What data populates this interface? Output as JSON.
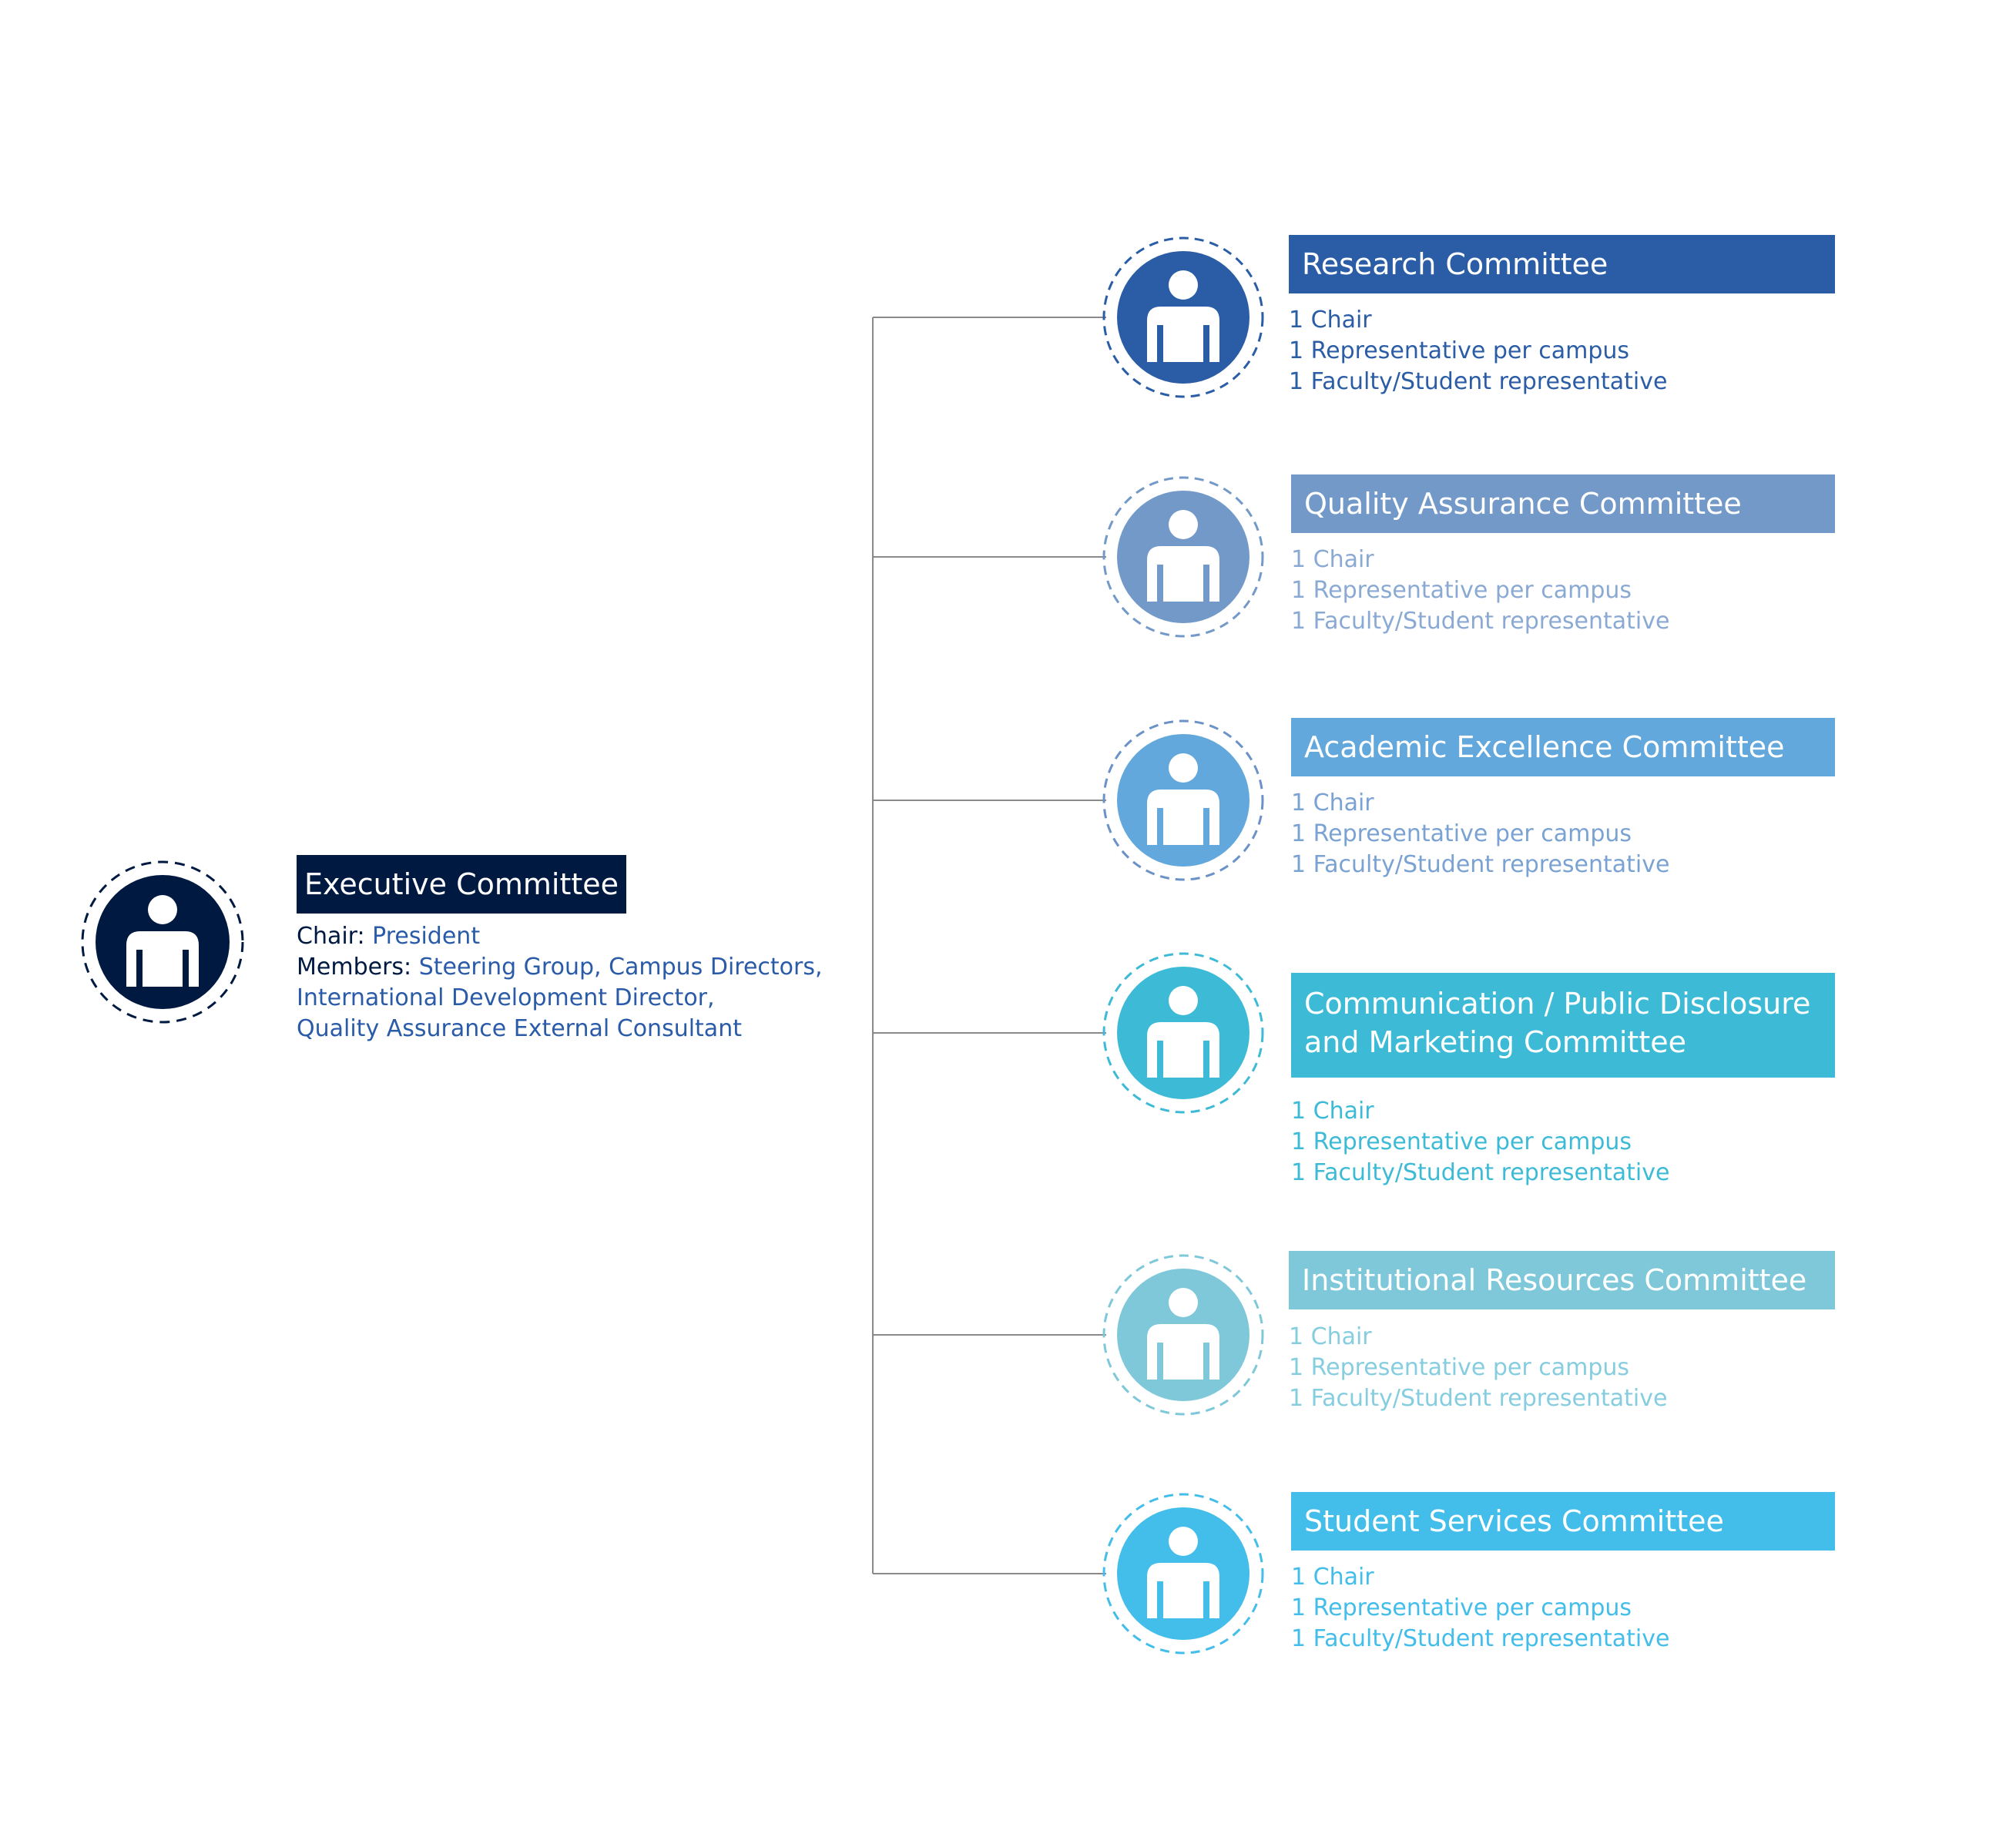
{
  "executive": {
    "title": "Executive Committee",
    "chair_label": "Chair:",
    "chair_value": "President",
    "members_label": "Members:",
    "members_line1": "Steering Group, Campus Directors,",
    "members_line2": "International Development Director,",
    "members_line3": "Quality Assurance External Consultant",
    "color": "#001941",
    "icon": "person-icon"
  },
  "committees": [
    {
      "title": "Research Committee",
      "color": "#2b5da6",
      "ring": "#2b5da6",
      "text_color": "#2b5da6",
      "lines": [
        "1 Chair",
        "1 Representative per campus",
        "1 Faculty/Student representative"
      ],
      "icon": "person-icon"
    },
    {
      "title": "Quality Assurance Committee",
      "color": "#7399c9",
      "ring": "#7399c9",
      "text_color": "#8aaad3",
      "lines": [
        "1 Chair",
        "1 Representative per campus",
        "1 Faculty/Student representative"
      ],
      "icon": "person-icon"
    },
    {
      "title": "Academic Excellence Committee",
      "color": "#62a8dd",
      "ring": "#6a92c6",
      "text_color": "#7aa2d2",
      "lines": [
        "1 Chair",
        "1 Representative per campus",
        "1 Faculty/Student representative"
      ],
      "icon": "person-icon"
    },
    {
      "title": "Communication / Public Disclosure and Marketing Committee",
      "color": "#3dbbd6",
      "ring": "#3dbbd6",
      "text_color": "#3dbbd6",
      "lines": [
        "1 Chair",
        "1 Representative per campus",
        "1 Faculty/Student representative"
      ],
      "icon": "person-icon"
    },
    {
      "title": "Institutional Resources Committee",
      "color": "#7ec8da",
      "ring": "#7ec8da",
      "text_color": "#86cde0",
      "lines": [
        "1 Chair",
        "1 Representative per campus",
        "1 Faculty/Student representative"
      ],
      "icon": "person-icon"
    },
    {
      "title": "Student Services Committee",
      "color": "#43bdea",
      "ring": "#43bdea",
      "text_color": "#43bdea",
      "lines": [
        "1 Chair",
        "1 Representative per campus",
        "1 Faculty/Student representative"
      ],
      "icon": "person-icon"
    }
  ]
}
